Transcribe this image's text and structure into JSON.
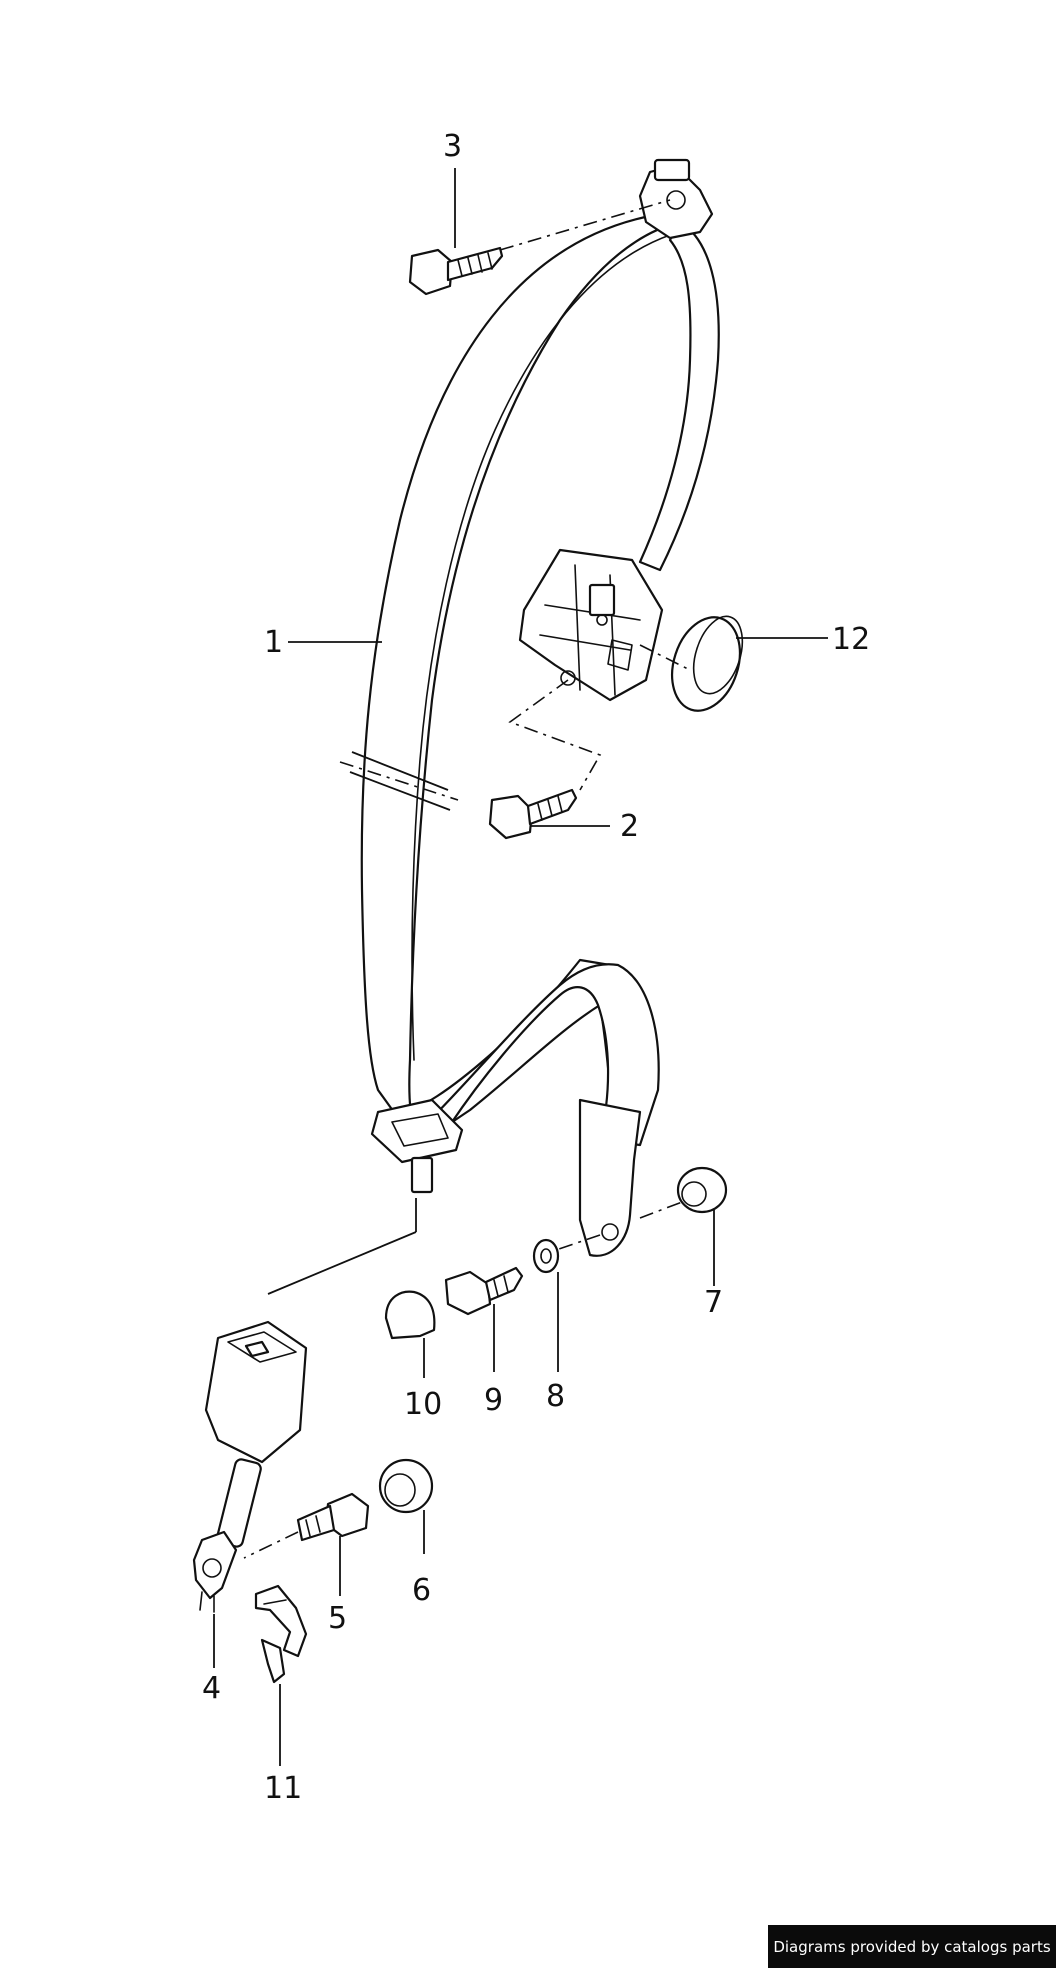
{
  "callouts": {
    "c1": "1",
    "c2": "2",
    "c3": "3",
    "c4": "4",
    "c5": "5",
    "c6": "6",
    "c7": "7",
    "c8": "8",
    "c9": "9",
    "c10": "10",
    "c11": "11",
    "c12": "12"
  },
  "footer": {
    "credit": "Diagrams provided by catalogs parts",
    "background": "#0b0b0b",
    "text_color": "#ffffff"
  },
  "colors": {
    "line": "#111111",
    "background": "#ffffff"
  }
}
